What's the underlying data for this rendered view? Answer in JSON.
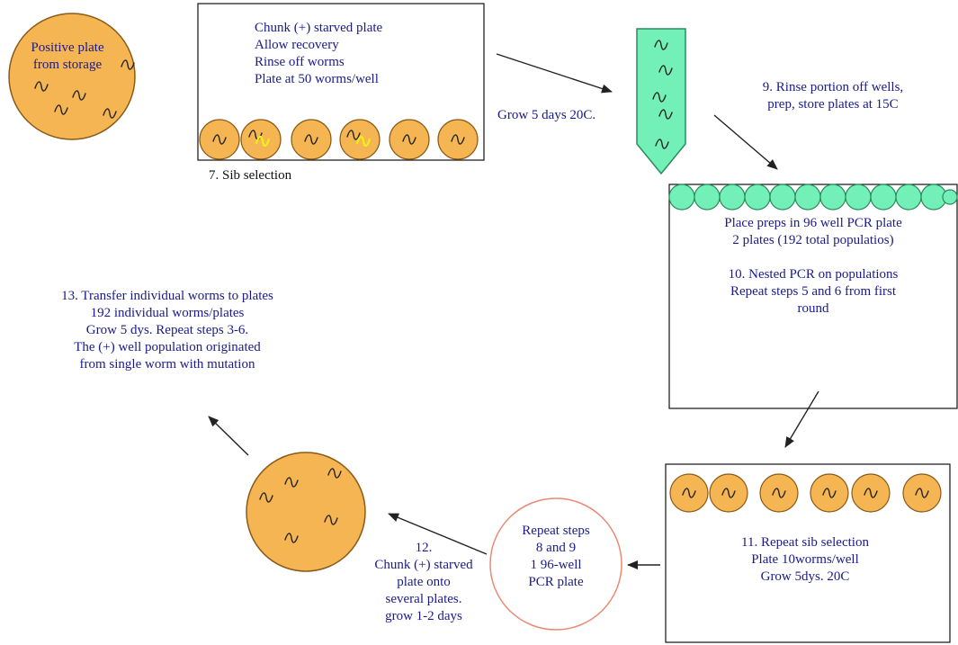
{
  "colors": {
    "orange_fill": "#f5b553",
    "orange_stroke": "#8a5a18",
    "green_fill": "#72f0b8",
    "green_stroke": "#2b8a5a",
    "text": "#1a1a8c",
    "caption": "#111111",
    "repeat_circle_stroke": "#e98a73",
    "worm_highlight": "#f3ef18"
  },
  "positive_plate": {
    "lines": [
      "Positive plate",
      "from storage"
    ]
  },
  "sib_box": {
    "lines": [
      "Chunk (+) starved plate",
      "Allow recovery",
      "Rinse off worms",
      "Plate at 50 worms/well"
    ],
    "caption": "7. Sib selection"
  },
  "grow_label": "Grow 5 days 20C.",
  "step9": {
    "lines": [
      "9. Rinse portion  off  wells,",
      "prep, store plates at 15C"
    ]
  },
  "pcr_box": {
    "lines": [
      "Place preps in 96 well PCR plate",
      "2 plates (192 total populatios)",
      "",
      "10. Nested PCR on populations",
      "Repeat steps 5 and 6 from first",
      "round"
    ]
  },
  "step13": {
    "lines": [
      "13. Transfer individual worms to plates",
      "192 individual worms/plates",
      "Grow 5 dys. Repeat steps 3-6.",
      "The (+) well population originated",
      "from single worm with mutation"
    ]
  },
  "step11": {
    "lines": [
      "11. Repeat sib selection",
      "Plate 10worms/well",
      "Grow 5dys. 20C"
    ]
  },
  "repeat_circle": {
    "lines": [
      "Repeat steps",
      "8  and  9",
      "1 96-well",
      "PCR plate"
    ]
  },
  "step12": {
    "lines": [
      "12.",
      "Chunk (+) starved",
      "plate onto",
      "several plates.",
      "grow 1-2 days"
    ]
  }
}
